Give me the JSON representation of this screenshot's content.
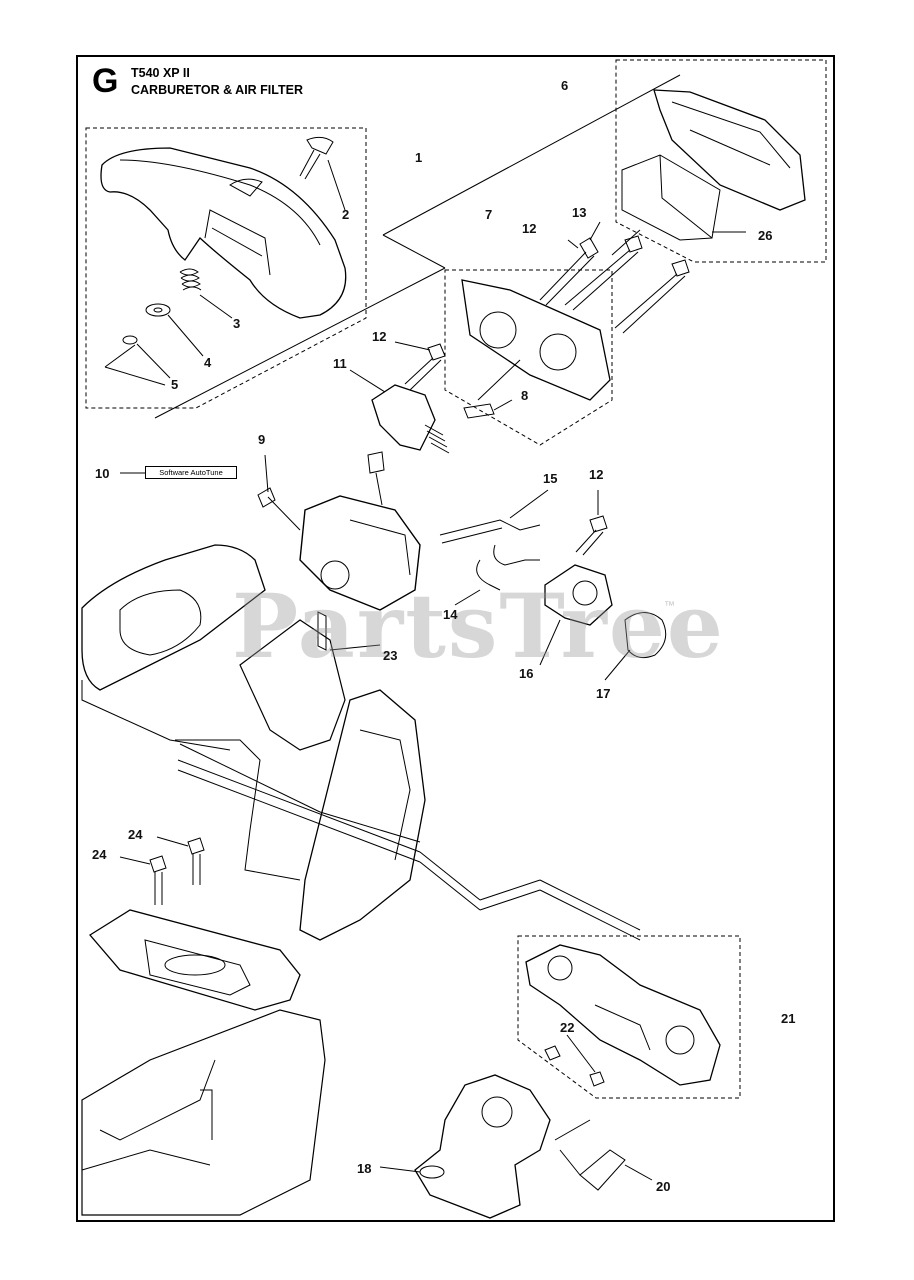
{
  "header": {
    "section_letter": "G",
    "model": "T540 XP II",
    "title": "CARBURETOR & AIR FILTER"
  },
  "watermark": {
    "text": "PartsTree",
    "trademark": "™"
  },
  "software_label": "Software AutoTune",
  "callouts": {
    "c1": "1",
    "c2": "2",
    "c3": "3",
    "c4": "4",
    "c5": "5",
    "c6": "6",
    "c7": "7",
    "c8": "8",
    "c9": "9",
    "c10": "10",
    "c11": "11",
    "c12a": "12",
    "c12b": "12",
    "c12c": "12",
    "c13": "13",
    "c14": "14",
    "c15": "15",
    "c16": "16",
    "c17": "17",
    "c18": "18",
    "c20": "20",
    "c21": "21",
    "c22": "22",
    "c23": "23",
    "c24a": "24",
    "c24b": "24",
    "c26": "26"
  }
}
